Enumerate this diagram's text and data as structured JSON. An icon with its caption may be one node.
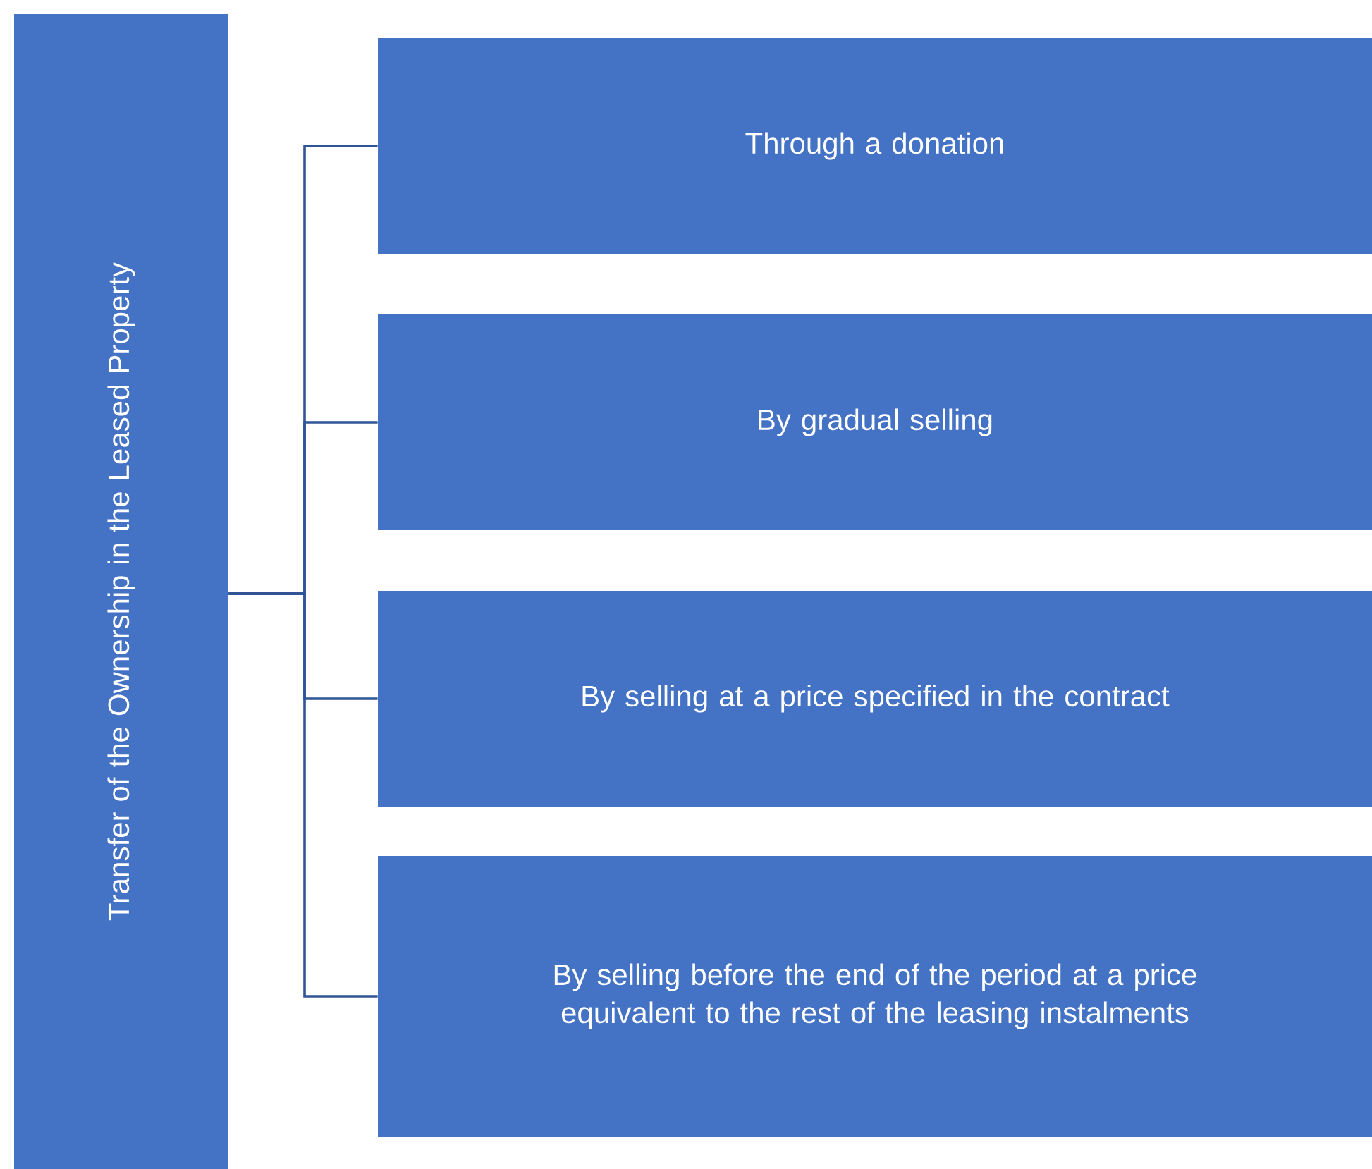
{
  "diagram": {
    "nodes": [
      {
        "text": [
          "Transfer of the Ownership in the Leased Property"
        ]
      },
      {
        "text": [
          "Through a donation"
        ]
      },
      {
        "text": [
          "By gradual selling"
        ]
      },
      {
        "text": [
          "By selling at a price specified in the contract"
        ]
      },
      {
        "text": [
          "By selling before the end of the period at a price equivalent to the rest of the leasing instalments"
        ]
      }
    ],
    "edges": [
      {
        "from": 0,
        "to": 1,
        "arrow": "none"
      },
      {
        "from": 0,
        "to": 2,
        "arrow": "none"
      },
      {
        "from": 0,
        "to": 3,
        "arrow": "none"
      },
      {
        "from": 0,
        "to": 4,
        "arrow": "none"
      }
    ]
  }
}
